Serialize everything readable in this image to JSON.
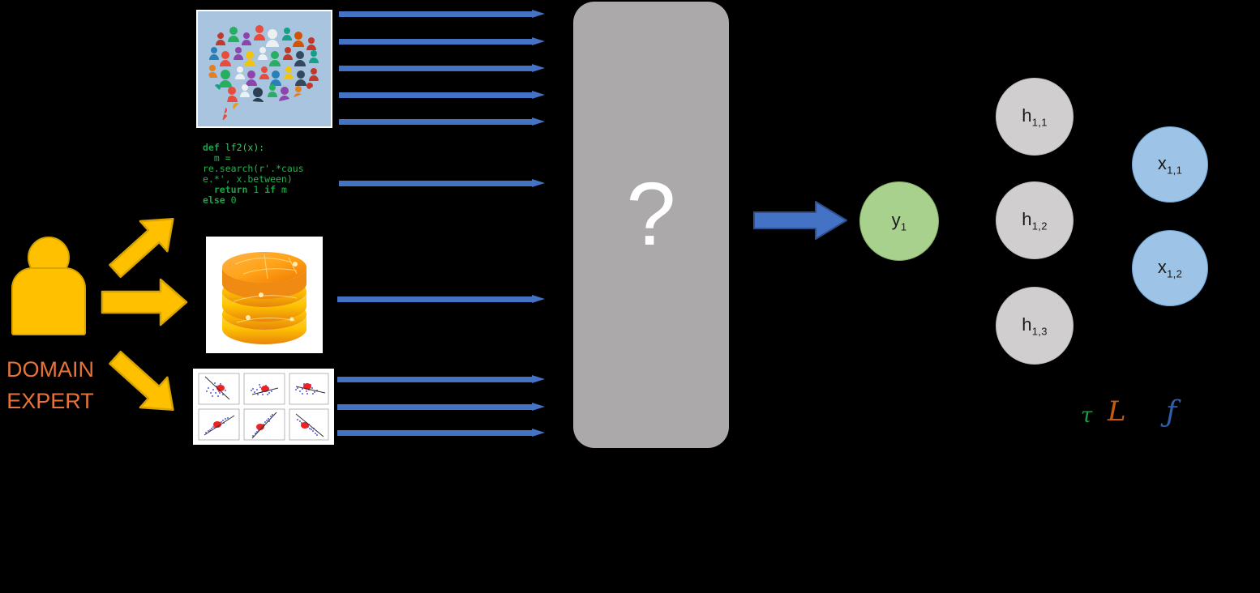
{
  "diagram": {
    "title": "Domain expert knowledge sources feeding an unknown model producing y1",
    "expert": {
      "label_line1": "DOMAIN",
      "label_line2": "EXPERT",
      "icon": "person-icon",
      "color": "#FFC000",
      "label_color": "#E8733A"
    },
    "yellow_arrows": [
      {
        "name": "arrow-to-crowd",
        "direction": "up-right"
      },
      {
        "name": "arrow-to-database",
        "direction": "right"
      },
      {
        "name": "arrow-to-scatter",
        "direction": "down-right"
      }
    ],
    "sources": [
      {
        "name": "crowd-speech-bubble-image",
        "caption": "crowd of people icons forming a speech bubble",
        "background": "#A8C4DE"
      },
      {
        "name": "code-snippet",
        "caption": "labeling function python code",
        "text_color": "#22B14C",
        "lines": [
          "def lf2(x):",
          "  m =",
          "re.search(r'.*caus",
          "e.*', x.between)",
          "  return 1 if m",
          "else 0"
        ]
      },
      {
        "name": "database-icon",
        "caption": "orange database cylinder with three discs",
        "color": "#F5A30A"
      },
      {
        "name": "scatter-plot-grid",
        "caption": "2 by 3 grid of scatter plots with blue clouds, red centers and fit lines",
        "rows": 2,
        "cols": 3,
        "point_color": "#2222DD",
        "center_color": "#EE2222"
      }
    ],
    "blue_arrow_color": "#4472C4",
    "blue_arrow_count": 10,
    "model_box": {
      "name": "unknown-model-box",
      "symbol": "?",
      "fill": "#ABA9A9",
      "symbol_color": "#FFFFFF"
    },
    "output_arrow": {
      "name": "model-to-output-arrow",
      "color": "#4472C4"
    },
    "nodes": {
      "output": [
        {
          "name": "node-y1",
          "label": "y",
          "sub": "1",
          "color": "#A9D18E"
        }
      ],
      "hidden": [
        {
          "name": "node-h11",
          "label": "h",
          "sub": "1,1",
          "color": "#D0CECE"
        },
        {
          "name": "node-h12",
          "label": "h",
          "sub": "1,2",
          "color": "#D0CECE"
        },
        {
          "name": "node-h13",
          "label": "h",
          "sub": "1,3",
          "color": "#D0CECE"
        }
      ],
      "input": [
        {
          "name": "node-x11",
          "label": "x",
          "sub": "1,1",
          "color": "#9DC3E6"
        },
        {
          "name": "node-x12",
          "label": "x",
          "sub": "1,2",
          "color": "#9DC3E6"
        }
      ]
    },
    "math_symbols": [
      {
        "name": "tau-symbol",
        "glyph": "τ",
        "color": "#1E9E4A"
      },
      {
        "name": "L-symbol",
        "glyph": "L",
        "color": "#C55A11"
      },
      {
        "name": "f-symbol",
        "glyph": "ƒ",
        "color": "#2E5FA8"
      }
    ]
  }
}
